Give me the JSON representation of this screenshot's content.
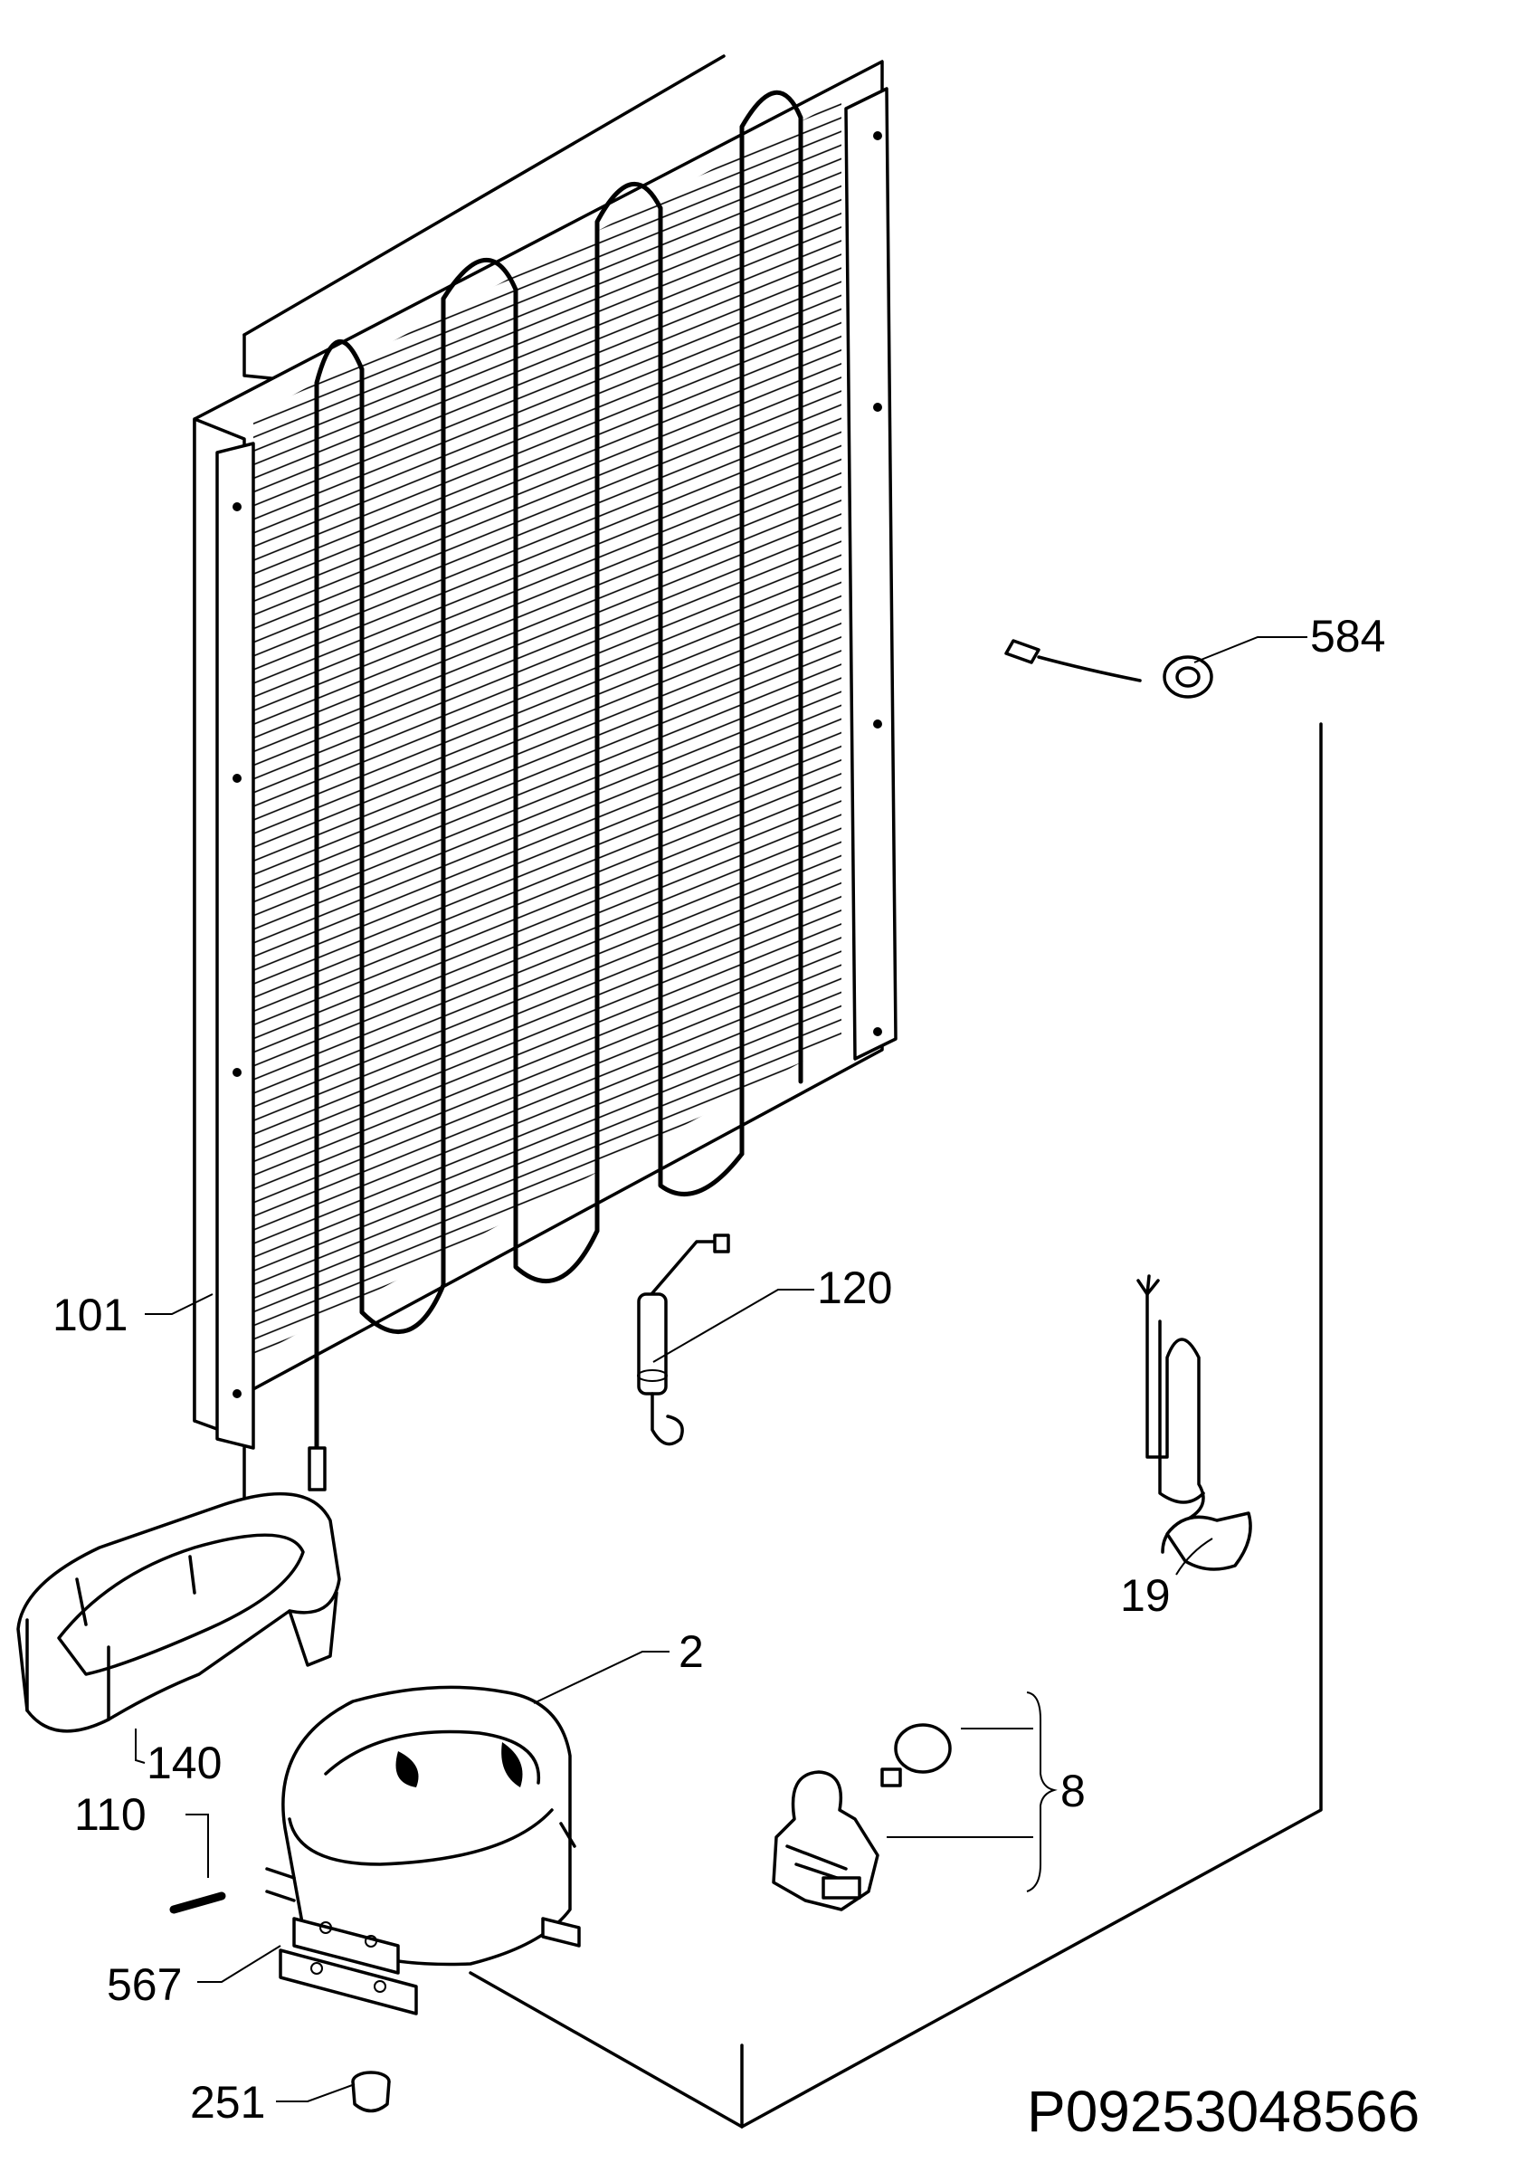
{
  "diagram": {
    "code": "P09253048566",
    "callouts": [
      {
        "id": "584",
        "text": "584"
      },
      {
        "id": "120",
        "text": "120"
      },
      {
        "id": "101",
        "text": "101"
      },
      {
        "id": "19",
        "text": "19"
      },
      {
        "id": "2",
        "text": "2"
      },
      {
        "id": "140",
        "text": "140"
      },
      {
        "id": "8",
        "text": "8"
      },
      {
        "id": "110",
        "text": "110"
      },
      {
        "id": "567",
        "text": "567"
      },
      {
        "id": "251",
        "text": "251"
      }
    ]
  }
}
